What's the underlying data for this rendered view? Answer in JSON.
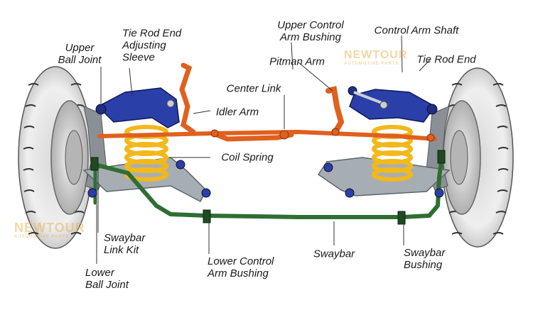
{
  "diagram": {
    "labels": {
      "upper_ball_joint": [
        "Upper",
        "Ball Joint"
      ],
      "tie_rod_end_adjusting_sleeve": [
        "Tie Rod End",
        "Adjusting",
        "Sleeve"
      ],
      "upper_control_arm_bushing": [
        "Upper Control",
        "Arm Bushing"
      ],
      "control_arm_shaft": "Control Arm Shaft",
      "pitman_arm": "Pitman Arm",
      "tie_rod_end": "Tie Rod End",
      "center_link": "Center Link",
      "idler_arm": "Idler Arm",
      "coil_spring": "Coil Spring",
      "swaybar_link_kit": [
        "Swaybar",
        "Link Kit"
      ],
      "lower_ball_joint": [
        "Lower",
        "Ball Joint"
      ],
      "lower_control_arm_bushing": [
        "Lower Control",
        "Arm Bushing"
      ],
      "swaybar": "Swaybar",
      "swaybar_bushing": [
        "Swaybar",
        "Bushing"
      ]
    },
    "watermark": {
      "brand": "NEWTOUR",
      "tagline": "AUTOMOTIVE PARTS"
    },
    "colors": {
      "upper_arm": "#2a3fa8",
      "steering_linkage": "#e0601e",
      "coil_spring": "#f2b81c",
      "swaybar": "#2f6e33",
      "lower_arm": "#9aa2a8",
      "tire": "#3a3a3a",
      "wheel": "#d0d0d0",
      "label_text": "#1a1a1a"
    }
  }
}
